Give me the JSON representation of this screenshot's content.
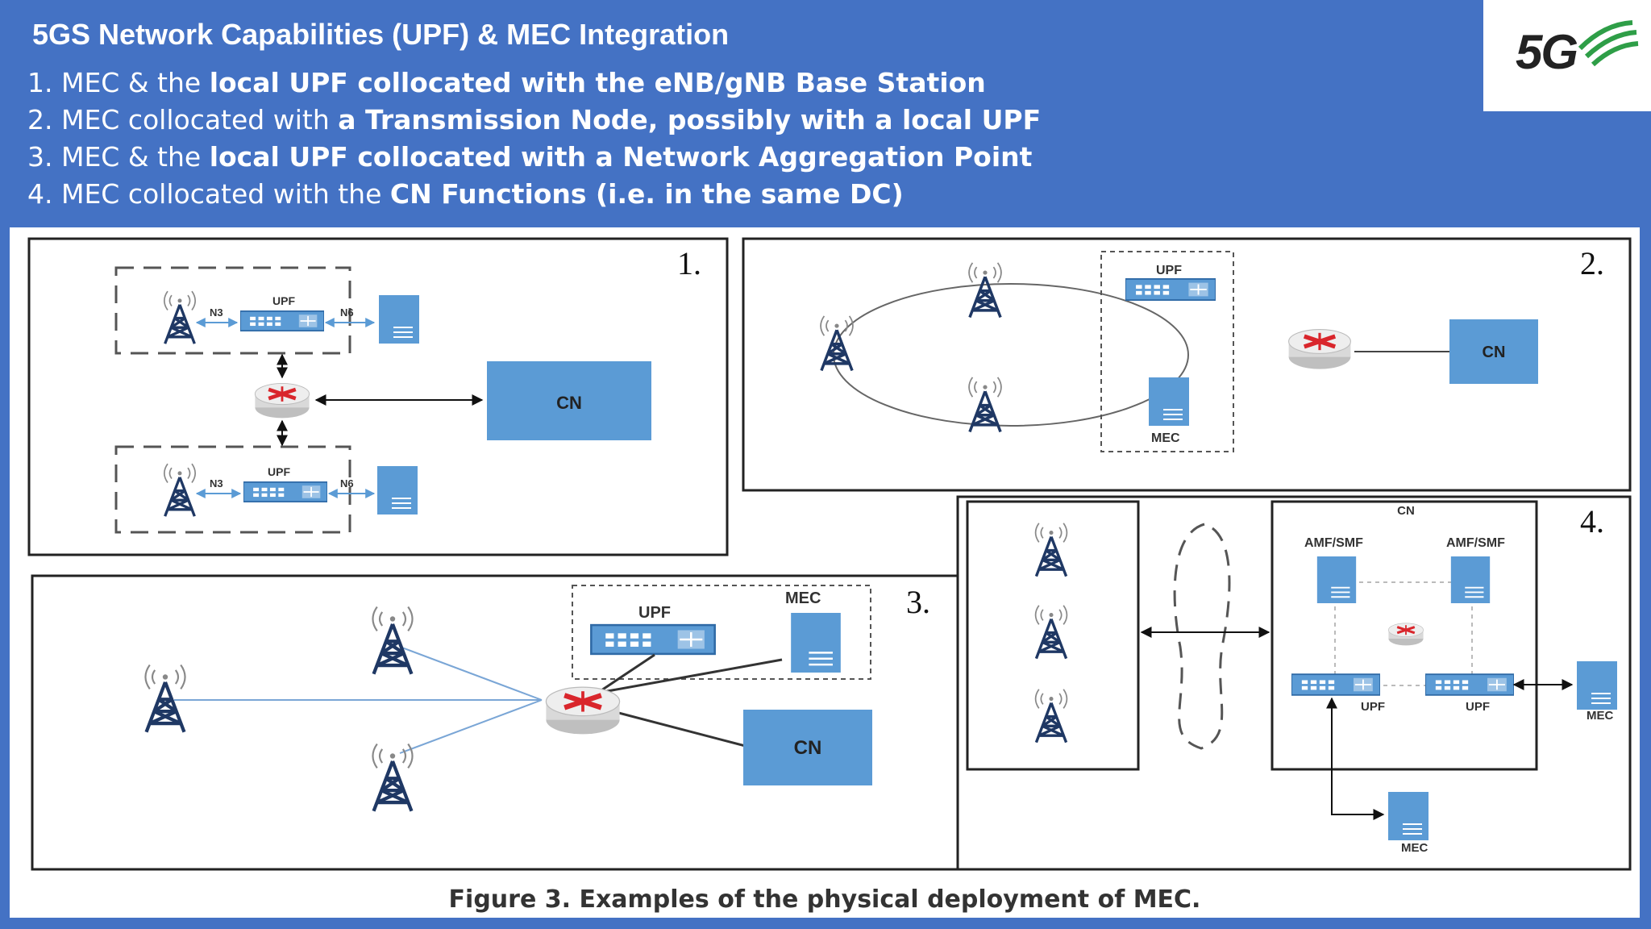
{
  "header": {
    "title": "5GS Network Capabilities (UPF) & MEC Integration",
    "bullets": [
      {
        "prefix": "1. MEC & the ",
        "bold": "local UPF collocated with the eNB/gNB Base Station"
      },
      {
        "prefix": "2. MEC collocated with ",
        "bold": "a Transmission Node, possibly with a local UPF"
      },
      {
        "prefix": "3. MEC & the ",
        "bold": "local UPF collocated with a Network Aggregation Point"
      },
      {
        "prefix": "4. MEC collocated with the ",
        "bold": "CN Functions (i.e. in the same DC)"
      }
    ]
  },
  "logo": {
    "text": "5G"
  },
  "colors": {
    "background": "#4472c4",
    "device_blue": "#5b9bd5",
    "router_red": "#d9262c",
    "tower": "#1f3864"
  },
  "figure": {
    "caption": "Figure 3. Examples of the physical deployment of MEC.",
    "panels": {
      "p1": {
        "number": "1.",
        "cn": "CN",
        "upf": "UPF",
        "n3": "N3",
        "n6": "N6"
      },
      "p2": {
        "number": "2.",
        "cn": "CN",
        "upf": "UPF",
        "mec": "MEC"
      },
      "p3": {
        "number": "3.",
        "cn": "CN",
        "upf": "UPF",
        "mec": "MEC"
      },
      "p4": {
        "number": "4.",
        "cn": "CN",
        "amf_smf": "AMF/SMF",
        "upf": "UPF",
        "mec": "MEC"
      }
    }
  }
}
